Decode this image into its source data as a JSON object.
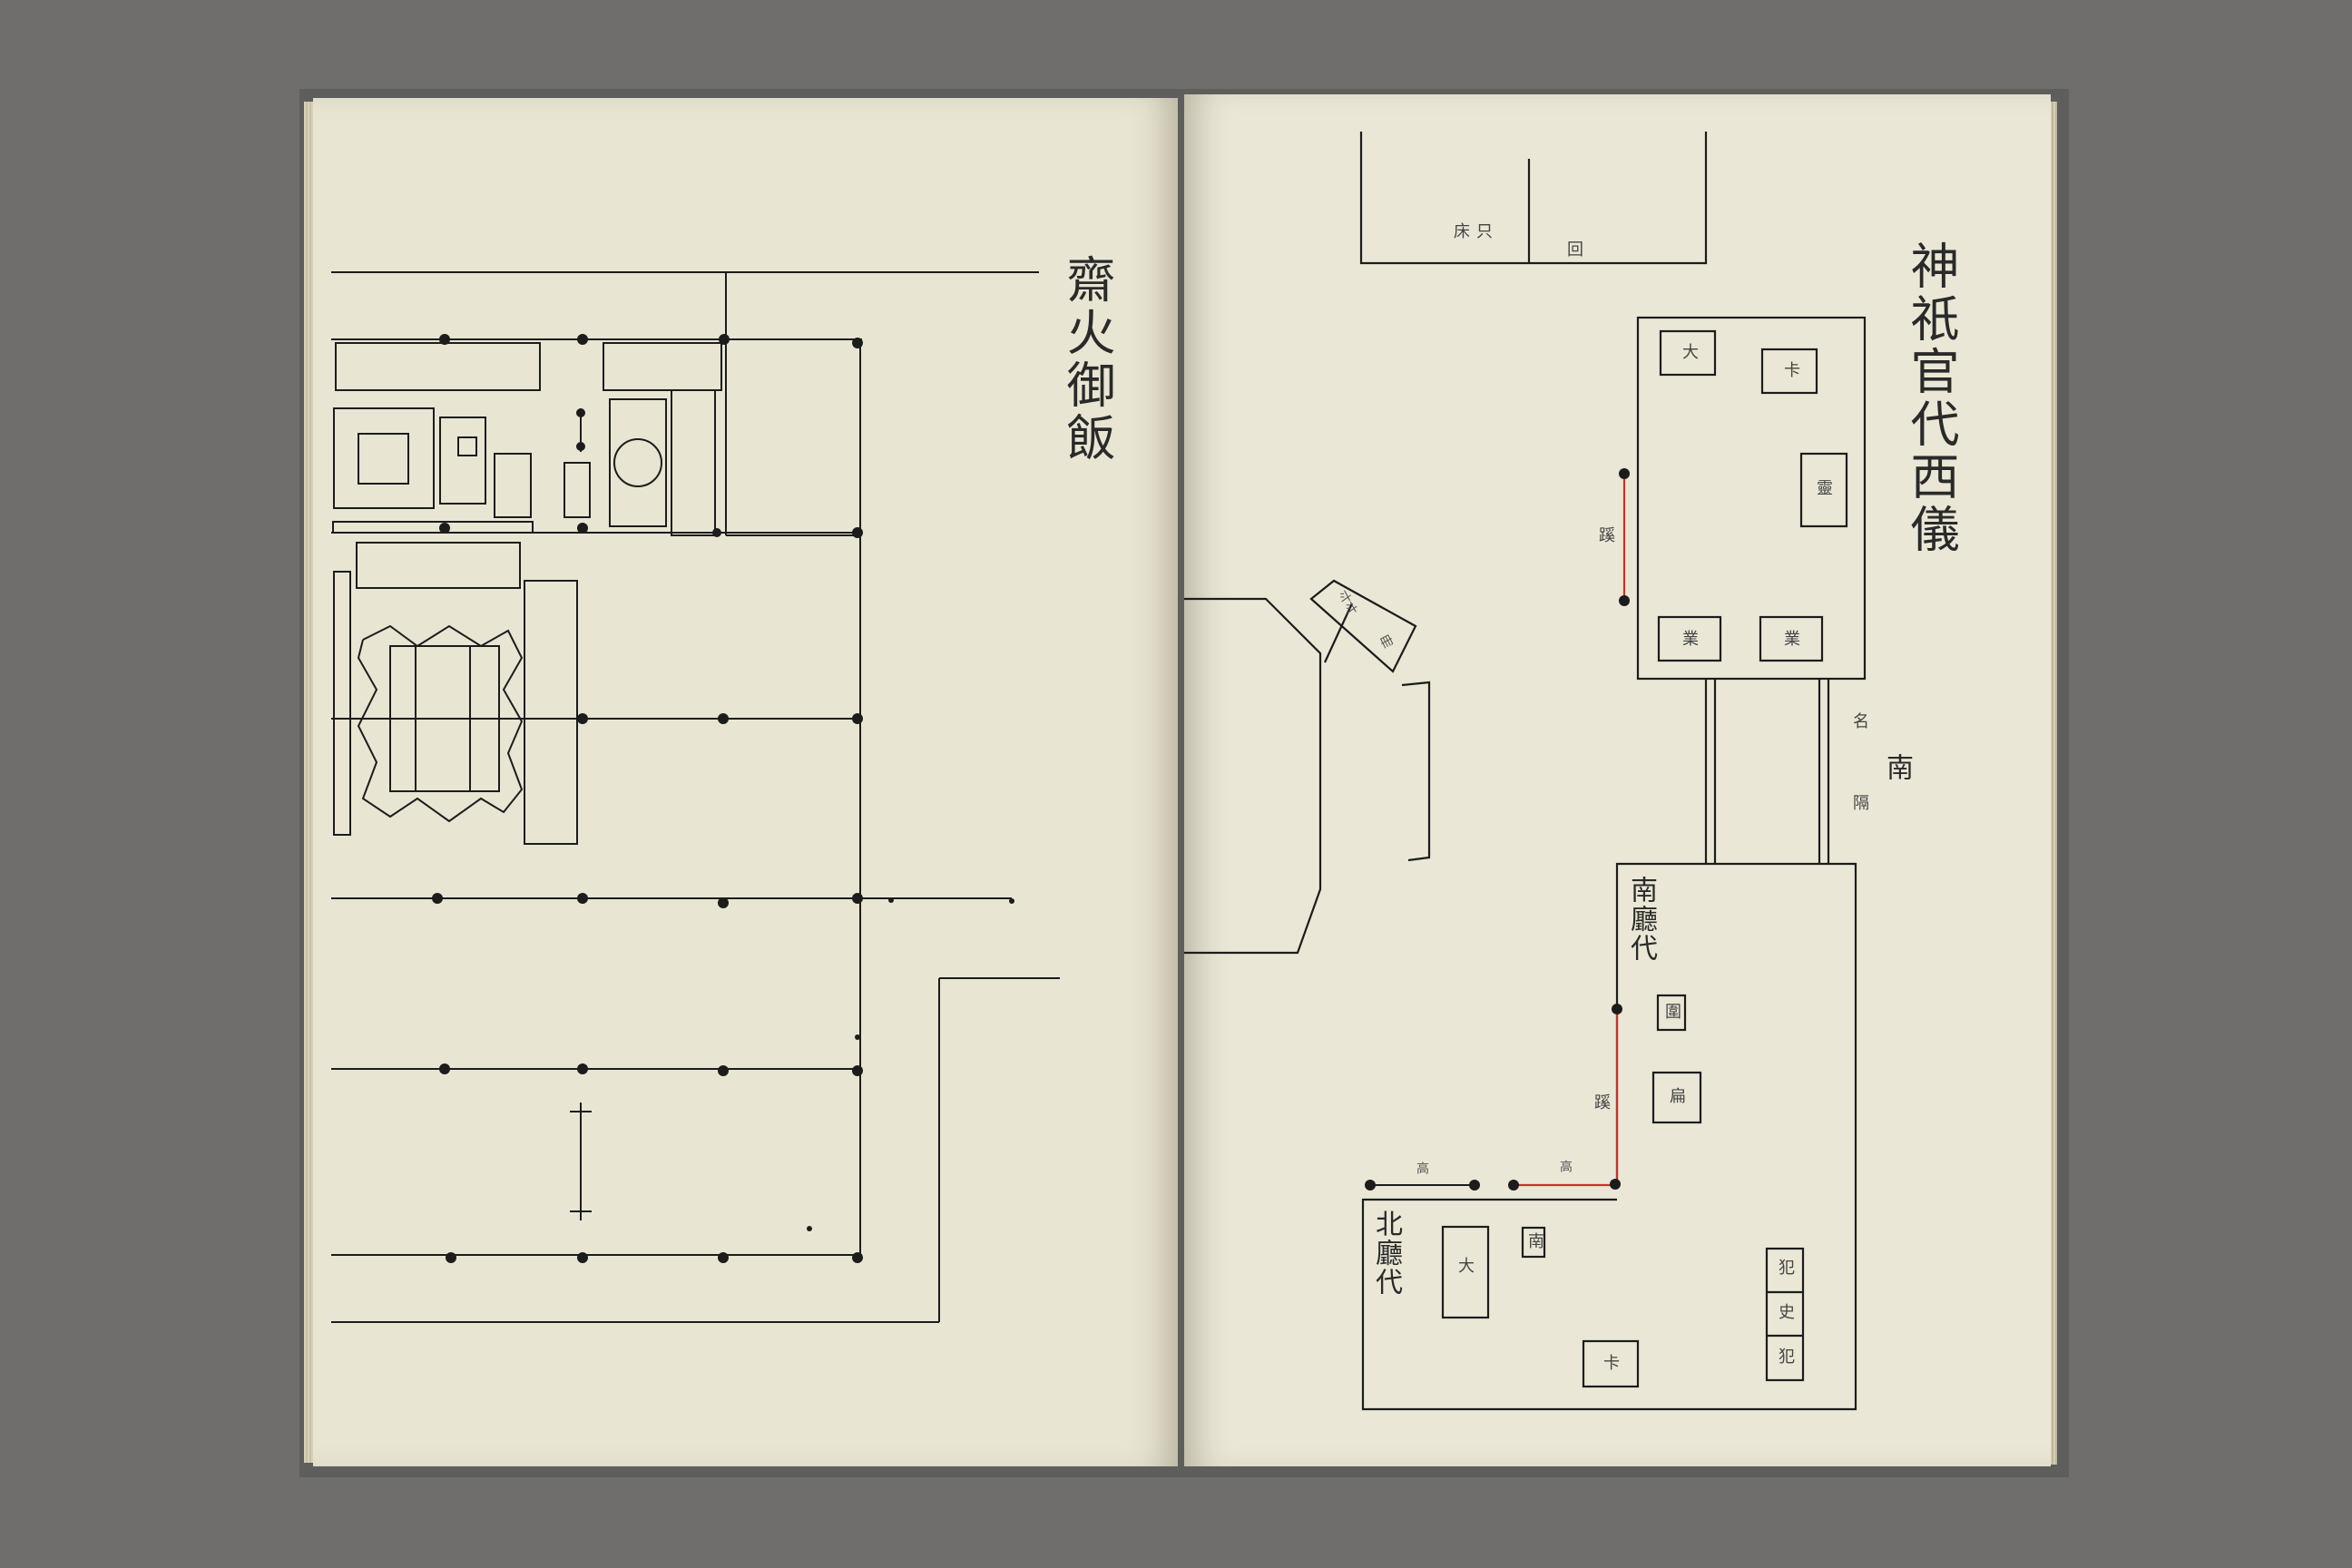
{
  "left_page": {
    "title": "齋火御飯"
  },
  "right_page": {
    "title": "神祇官代西儀",
    "top_labels": [
      "床",
      "只",
      "回"
    ],
    "upper_hall": {
      "labels": [
        "大",
        "卡",
        "靈",
        "業",
        "業"
      ],
      "side_label": "蹊"
    },
    "corridor_labels": [
      "名",
      "南",
      "隔"
    ],
    "south_hall": {
      "name": "南廳代",
      "labels": [
        "圍",
        "扁"
      ],
      "side_label": "蹊"
    },
    "north_hall": {
      "name": "北廳代",
      "labels": [
        "高",
        "高",
        "南",
        "大",
        "卡",
        "犯",
        "史",
        "犯"
      ]
    },
    "angled_box_labels": [
      "斗斗",
      "冊"
    ]
  },
  "colors": {
    "paper": "#e8e5d3",
    "ink": "#1c1c1c",
    "red_line": "#c8332b",
    "background": "#6f6e6d"
  }
}
